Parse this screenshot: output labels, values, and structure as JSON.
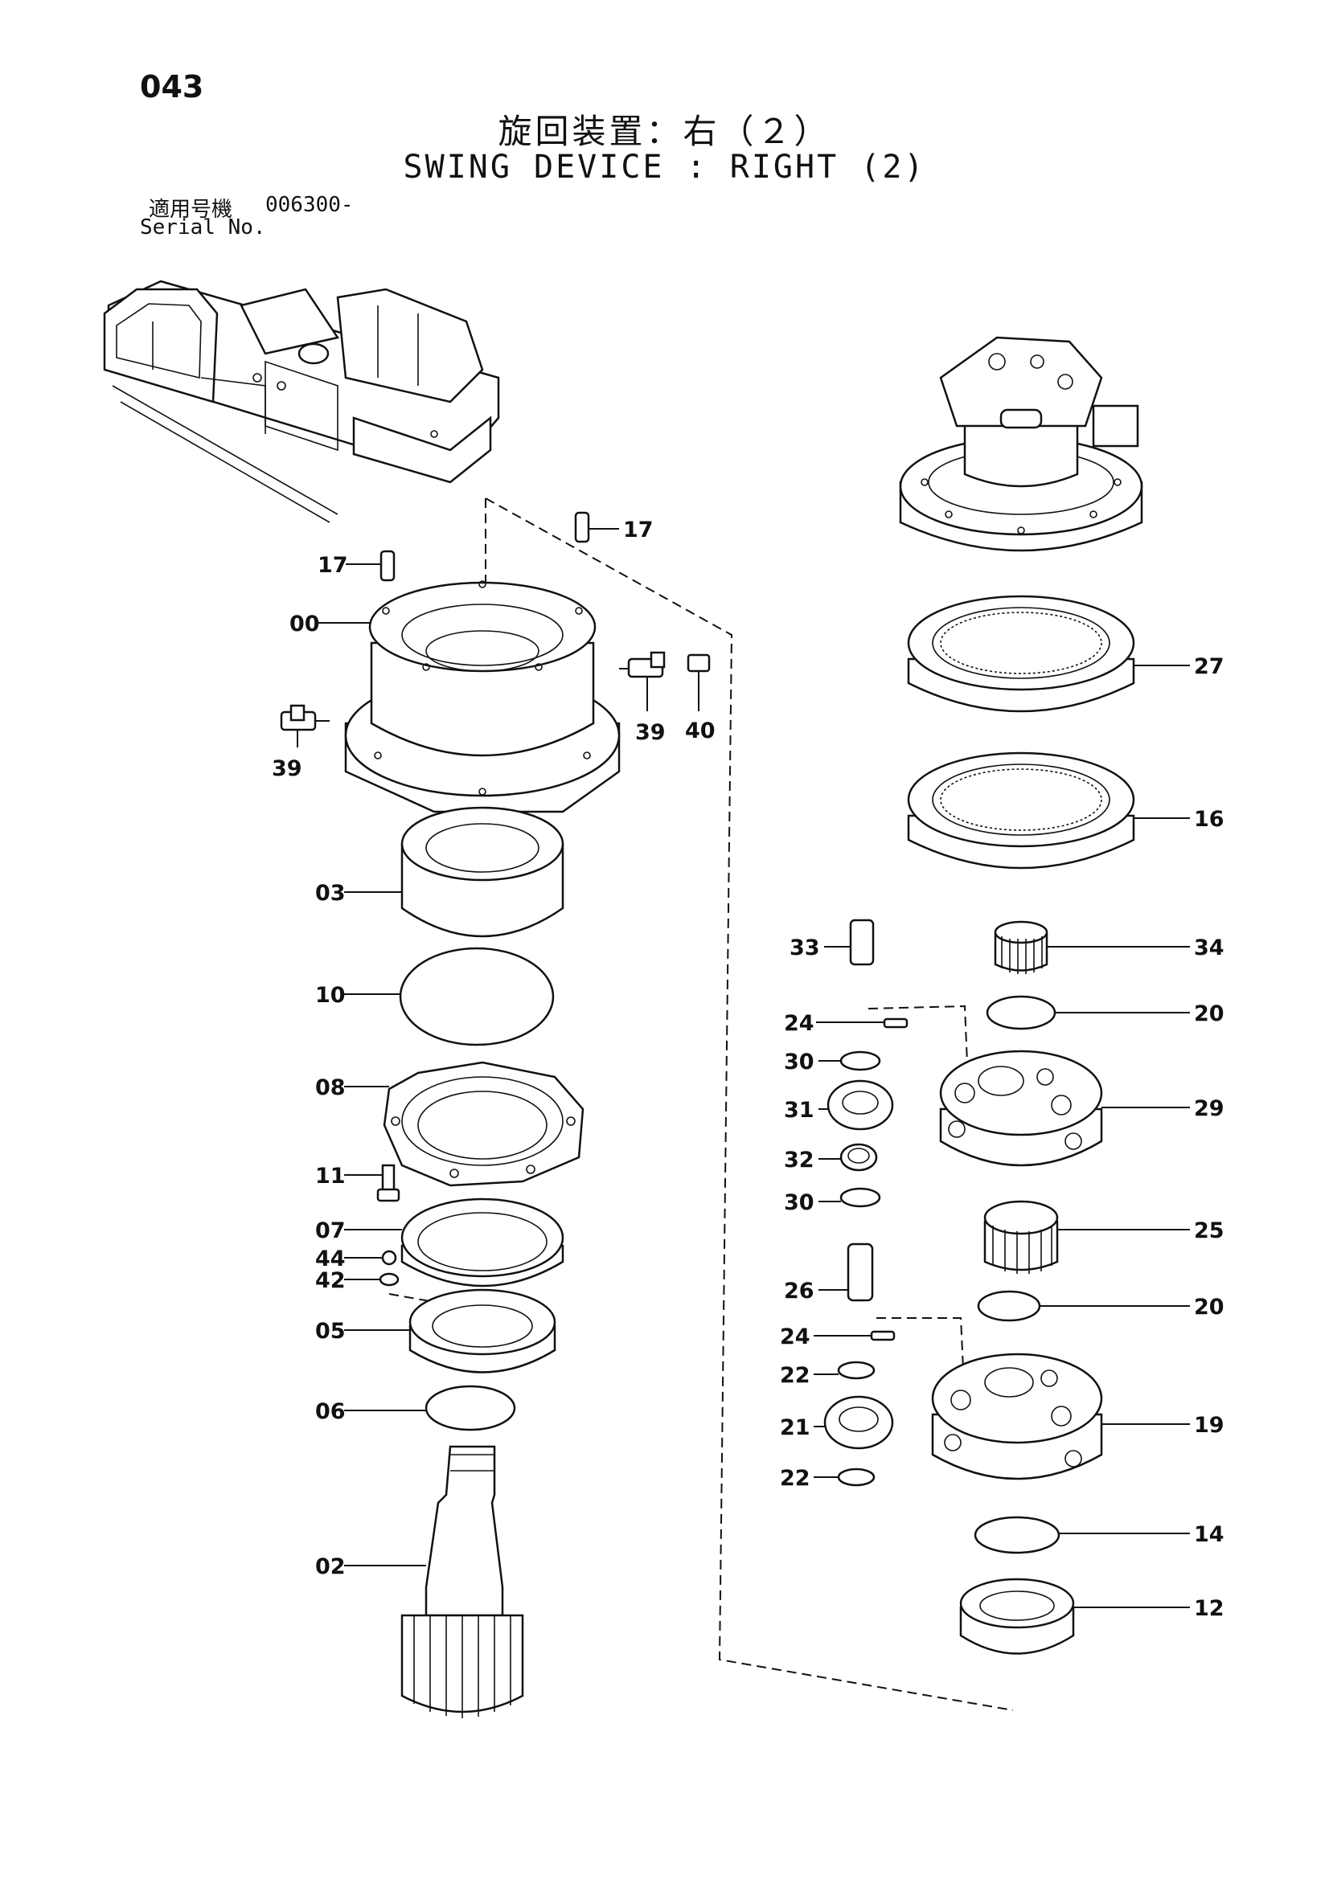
{
  "page_number": "043",
  "title_ja": "旋回装置：右（２）",
  "title_en": "SWING DEVICE : RIGHT (2)",
  "serial": {
    "label_ja": "適用号機",
    "number": "006300-",
    "label_en": "Serial No."
  },
  "callouts": [
    "17",
    "17",
    "00",
    "39",
    "39",
    "40",
    "27",
    "16",
    "03",
    "10",
    "08",
    "11",
    "07",
    "44",
    "42",
    "05",
    "06",
    "02",
    "34",
    "33",
    "20",
    "24",
    "30",
    "31",
    "32",
    "30",
    "29",
    "25",
    "26",
    "20",
    "24",
    "22",
    "21",
    "22",
    "19",
    "14",
    "12"
  ]
}
